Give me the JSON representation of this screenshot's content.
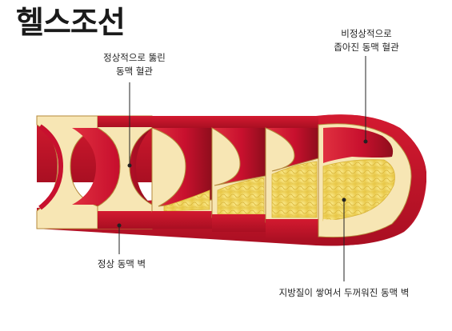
{
  "header": {
    "title": "헬스조선"
  },
  "labels": {
    "normal_lumen_line1": "정상적으로 뚫린",
    "normal_lumen_line2": "동맥 혈관",
    "normal_wall": "정상 동맥 벽",
    "narrowed_line1": "비정상적으로",
    "narrowed_line2": "좁아진 동맥 혈관",
    "fat_wall": "지방질이 쌓여서 두꺼워진 동맥 벽"
  },
  "colors": {
    "artery_red": "#c8102e",
    "artery_dark": "#8e0e1c",
    "wall_cream": "#f7e6b4",
    "plaque_yellow": "#f3dc6a"
  }
}
